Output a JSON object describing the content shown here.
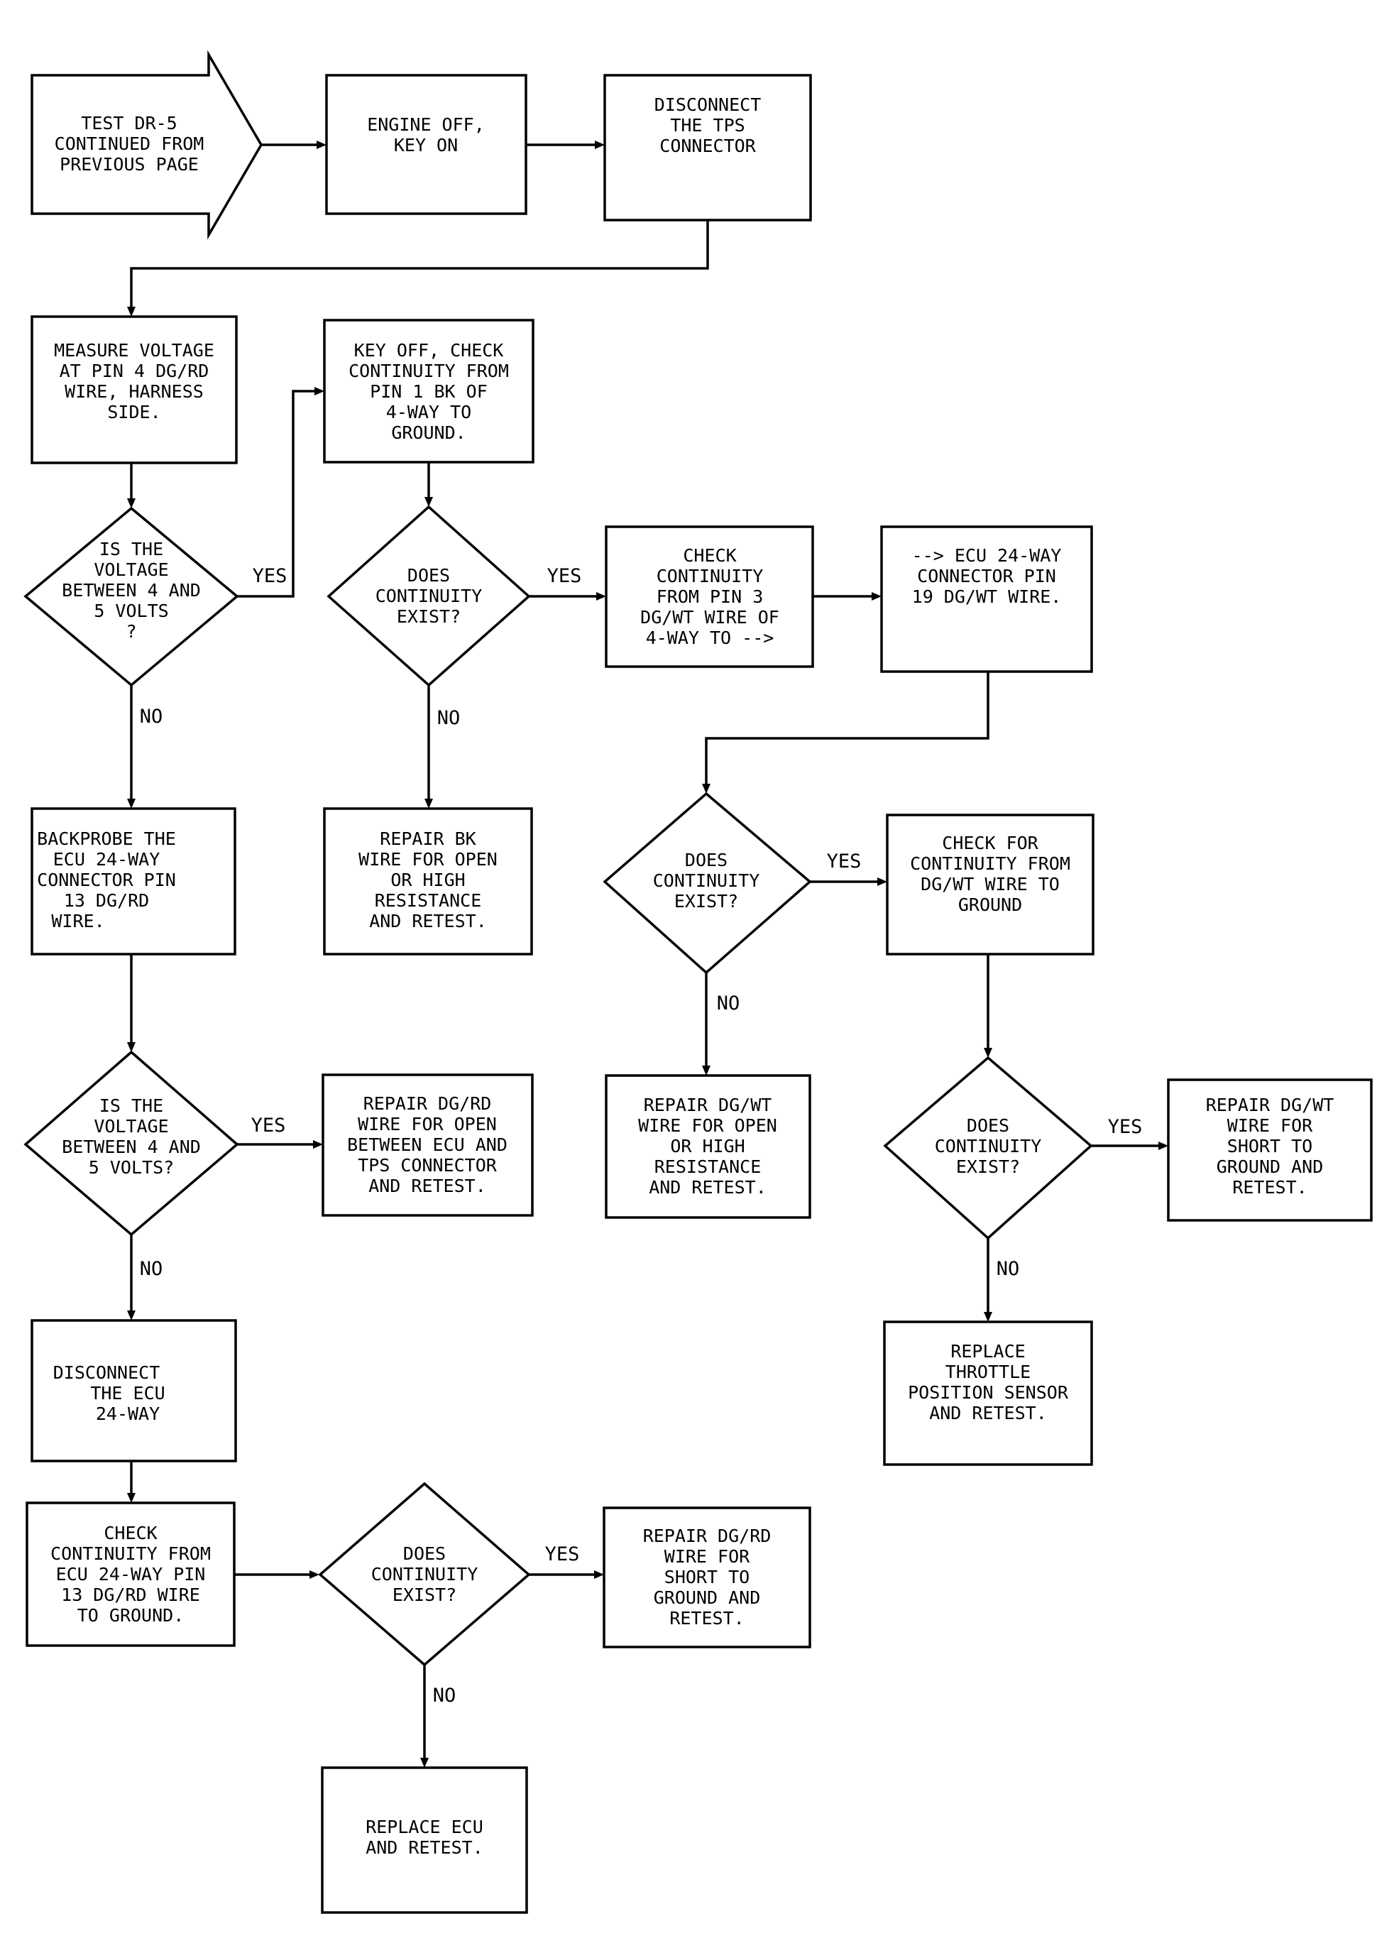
{
  "nodes": {
    "start": [
      "TEST DR-5",
      "CONTINUED FROM",
      "PREVIOUS PAGE"
    ],
    "engine_off": [
      "ENGINE OFF,",
      "KEY ON"
    ],
    "disconnect_tps": [
      "DISCONNECT",
      "THE TPS",
      "CONNECTOR"
    ],
    "measure_voltage": [
      "MEASURE VOLTAGE",
      "AT PIN 4 DG/RD",
      "WIRE, HARNESS",
      "SIDE."
    ],
    "key_off_check": [
      "KEY OFF, CHECK",
      "CONTINUITY FROM",
      "PIN 1 BK OF",
      "4-WAY TO",
      "GROUND."
    ],
    "q_voltage_1": [
      "IS THE",
      "VOLTAGE",
      "BETWEEN 4 AND",
      "5 VOLTS",
      "?"
    ],
    "q_continuity_bk": [
      "DOES",
      "CONTINUITY",
      "EXIST?"
    ],
    "check_pin3": [
      "CHECK",
      "CONTINUITY",
      "FROM PIN 3",
      "DG/WT WIRE OF",
      "4-WAY TO -->"
    ],
    "ecu_pin19": [
      "--> ECU 24-WAY",
      "CONNECTOR PIN",
      "19 DG/WT WIRE."
    ],
    "backprobe": [
      "BACKPROBE THE",
      "ECU 24-WAY",
      "CONNECTOR PIN",
      "13 DG/RD",
      "WIRE."
    ],
    "repair_bk": [
      "REPAIR BK",
      "WIRE FOR OPEN",
      "OR HIGH",
      "RESISTANCE",
      "AND RETEST."
    ],
    "q_continuity_dgwt": [
      "DOES",
      "CONTINUITY",
      "EXIST?"
    ],
    "check_dgwt_ground": [
      "CHECK FOR",
      "CONTINUITY FROM",
      "DG/WT WIRE TO",
      "GROUND"
    ],
    "q_voltage_2": [
      "IS THE",
      "VOLTAGE",
      "BETWEEN 4 AND",
      "5 VOLTS?"
    ],
    "repair_dgrd_open": [
      "REPAIR DG/RD",
      "WIRE FOR OPEN",
      "BETWEEN ECU AND",
      "TPS CONNECTOR",
      "AND RETEST."
    ],
    "repair_dgwt_open": [
      "REPAIR DG/WT",
      "WIRE FOR OPEN",
      "OR HIGH",
      "RESISTANCE",
      "AND RETEST."
    ],
    "q_continuity_ground": [
      "DOES",
      "CONTINUITY",
      "EXIST?"
    ],
    "repair_dgwt_short": [
      "REPAIR DG/WT",
      "WIRE FOR",
      "SHORT TO",
      "GROUND AND",
      "RETEST."
    ],
    "disconnect_ecu": [
      "DISCONNECT",
      "THE ECU",
      "24-WAY"
    ],
    "replace_tps": [
      "REPLACE",
      "THROTTLE",
      "POSITION SENSOR",
      "AND RETEST."
    ],
    "check_pin13_ground": [
      "CHECK",
      "CONTINUITY FROM",
      "ECU 24-WAY PIN",
      "13 DG/RD WIRE",
      "TO GROUND."
    ],
    "q_continuity_pin13": [
      "DOES",
      "CONTINUITY",
      "EXIST?"
    ],
    "repair_dgrd_short": [
      "REPAIR DG/RD",
      "WIRE FOR",
      "SHORT TO",
      "GROUND AND",
      "RETEST."
    ],
    "replace_ecu": [
      "REPLACE ECU",
      "AND RETEST."
    ]
  },
  "labels": {
    "yes_1": "YES",
    "no_1": "NO",
    "yes_2": "YES",
    "no_2": "NO",
    "yes_3": "YES",
    "no_3": "NO",
    "yes_4": "YES",
    "no_4": "NO",
    "yes_5": "YES",
    "no_5": "NO",
    "yes_6": "YES",
    "no_6": "NO"
  }
}
